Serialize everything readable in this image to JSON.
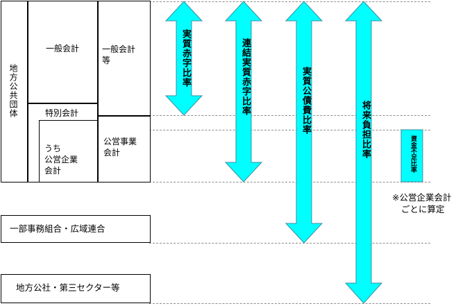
{
  "entities": {
    "local_government": "地方公共団体",
    "general_account": "一般会計",
    "general_accounts_etc_line1": "一般会計",
    "general_accounts_etc_line2": "等",
    "special_account": "特別会計",
    "public_enterprise_sub_line1": "うち",
    "public_enterprise_sub_line2": "公営企業",
    "public_enterprise_sub_line3": "会計",
    "public_enterprise_line1": "公営事業",
    "public_enterprise_line2": "会計",
    "partial_association": "一部事務組合・広域連合",
    "third_sector": "地方公社・第三セクター等"
  },
  "ratios": {
    "real_deficit": "実質赤字比率",
    "consolidated_real_deficit": "連結実質赤字比率",
    "real_debt_service": "実質公債費比率",
    "future_burden": "将来負担比率",
    "fund_shortage": "資金不足比率"
  },
  "note": {
    "line1": "※公営企業会計",
    "line2": "ごとに算定"
  },
  "colors": {
    "arrow_fill": "#00ffff",
    "arrow_stroke": "#3a8fa0",
    "box_stroke": "#000000",
    "dash_line": "#8c8c8c"
  }
}
